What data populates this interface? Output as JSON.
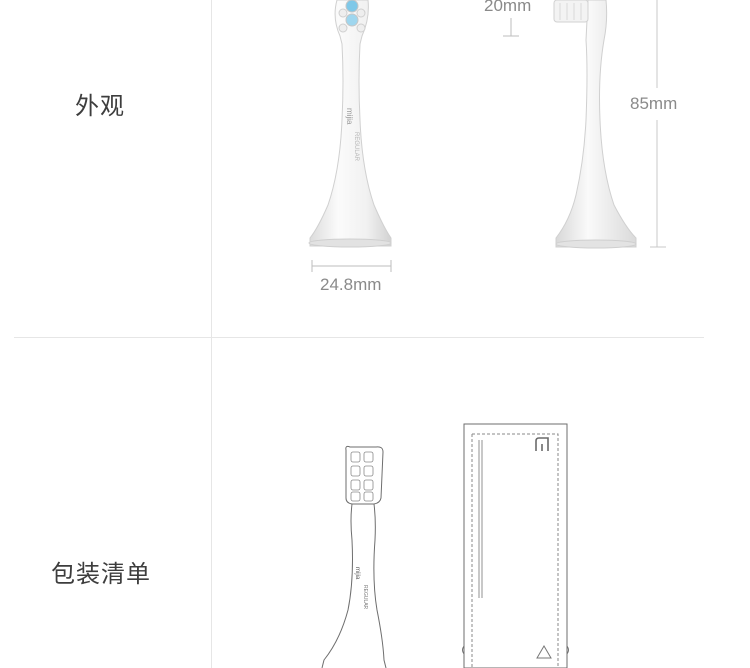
{
  "rows": [
    {
      "label": "外观"
    },
    {
      "label": "包装清单"
    }
  ],
  "dimensions": {
    "width": "24.8mm",
    "height": "85mm",
    "top": "20mm"
  },
  "brush_head": {
    "brand": "mijia",
    "model": "REGULAR"
  }
}
